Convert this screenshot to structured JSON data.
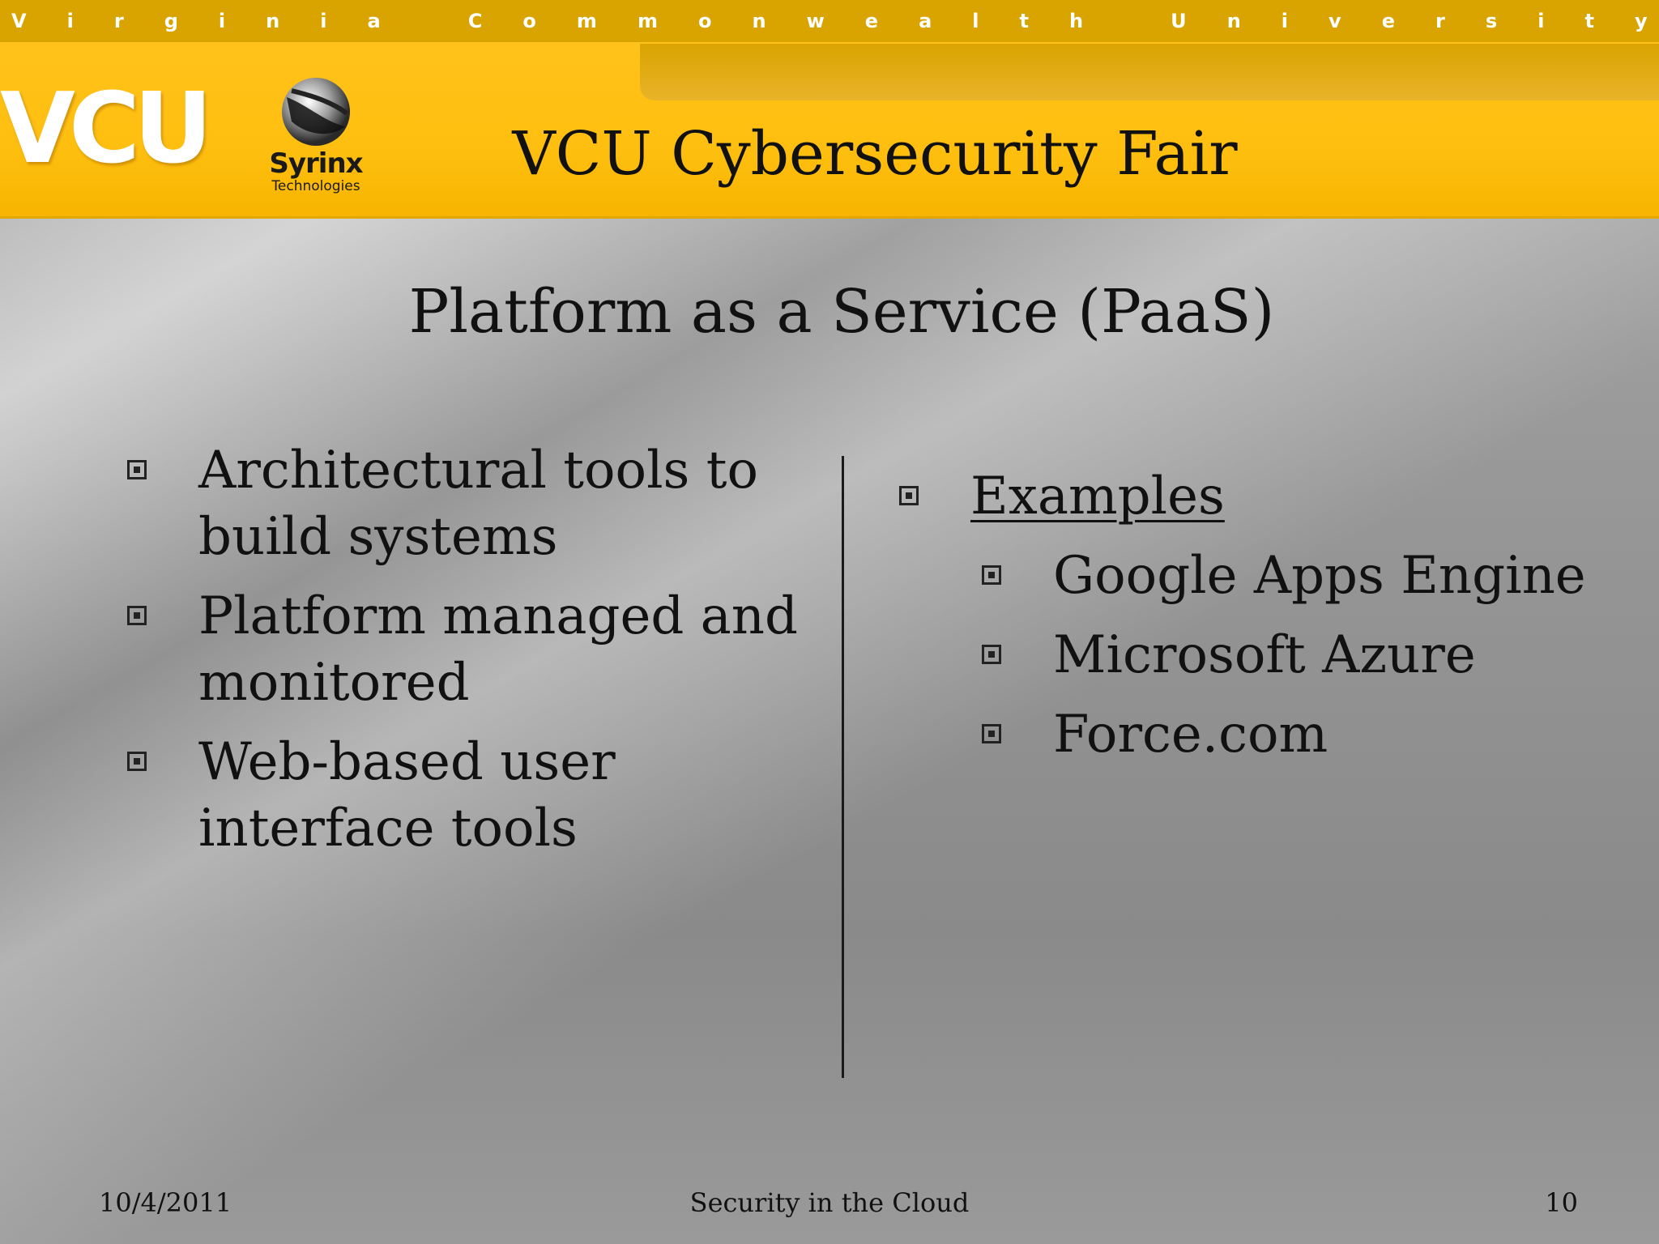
{
  "university_strip": [
    "V",
    "i",
    "r",
    "g",
    "i",
    "n",
    "i",
    "a",
    "",
    "C",
    "o",
    "m",
    "m",
    "o",
    "n",
    "w",
    "e",
    "a",
    "l",
    "t",
    "h",
    "",
    "U",
    "n",
    "i",
    "v",
    "e",
    "r",
    "s",
    "i",
    "t",
    "y"
  ],
  "header": {
    "vcu_logo_text": "VCU",
    "partner_logo": {
      "name": "Syrinx",
      "subtitle": "Technologies"
    },
    "title": "VCU Cybersecurity Fair"
  },
  "slide": {
    "title": "Platform as a Service (PaaS)",
    "left_bullets": [
      "Architectural tools to build systems",
      "Platform managed and monitored",
      "Web-based user interface tools"
    ],
    "right": {
      "heading": "Examples",
      "items": [
        "Google Apps Engine",
        "Microsoft Azure",
        "Force.com"
      ]
    }
  },
  "footer": {
    "date": "10/4/2011",
    "center": "Security in the Cloud",
    "page_number": "10"
  },
  "colors": {
    "banner": "#ffc21a",
    "strip": "#d9a400",
    "text": "#111111"
  }
}
